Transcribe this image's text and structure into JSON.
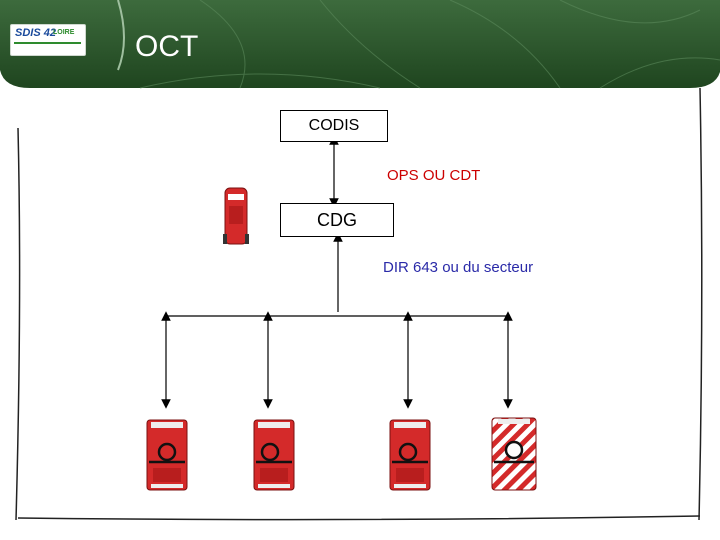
{
  "header": {
    "title": "OCT",
    "logo_text": "SDIS 42",
    "logo_sub": "LOIRE"
  },
  "diagram": {
    "top_box": "CODIS",
    "top_link_label": "OPS OU CDT",
    "middle_box": "CDG",
    "bottom_link_label": "DIR 643 ou du secteur"
  },
  "colors": {
    "header_green": "#2f5a2f",
    "truck_red": "#d42a2a",
    "ops_label": "#cc0000",
    "dir_label": "#2a2aa8"
  },
  "icons": [
    "command-vehicle-icon",
    "fire-truck-icon",
    "fire-truck-icon",
    "fire-truck-icon",
    "striped-fire-truck-icon"
  ]
}
